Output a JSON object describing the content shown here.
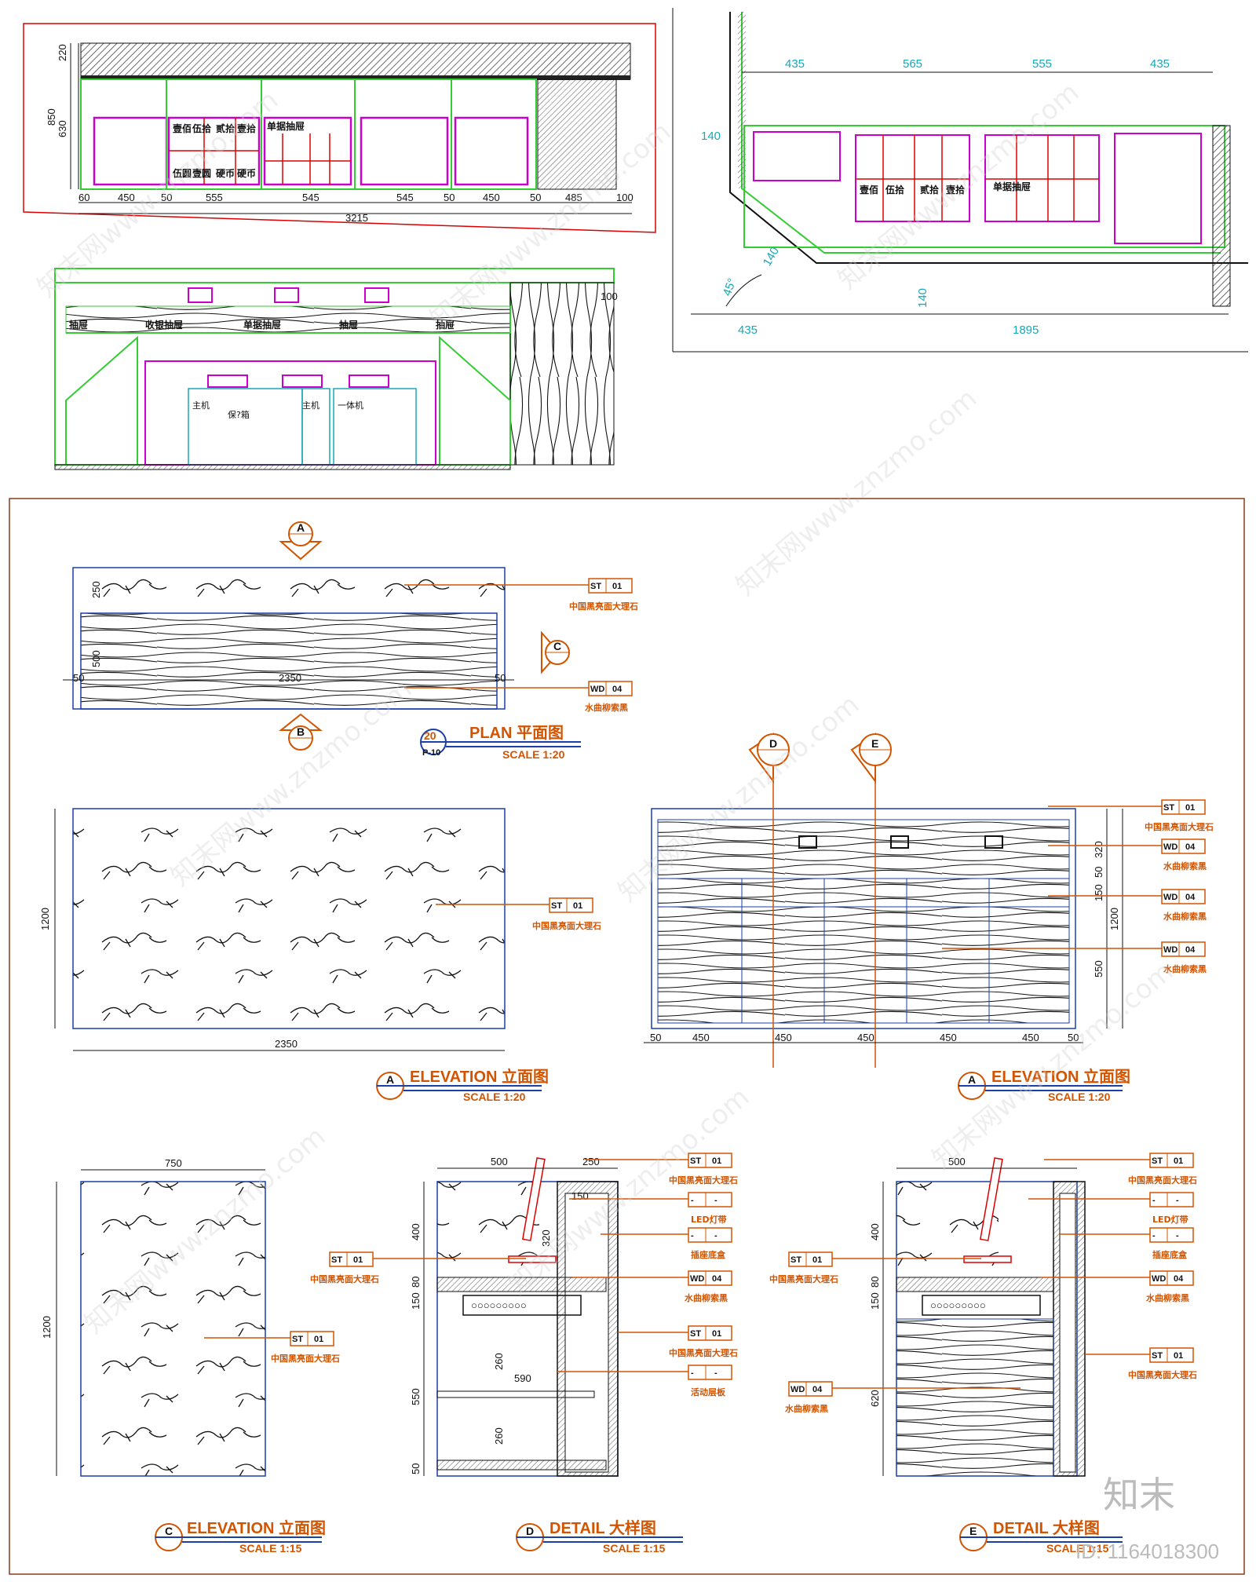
{
  "top_left_elevation": {
    "dims_left": [
      "220",
      "850",
      "630"
    ],
    "dims_bottom": [
      "60",
      "450",
      "50",
      "555",
      "545",
      "545",
      "50",
      "450",
      "50",
      "485",
      "100"
    ],
    "total": "3215",
    "drawer_text": [
      "壹佰",
      "伍拾",
      "贰拾",
      "壹拾",
      "伍圆",
      "壹圆",
      "硬币",
      "硬币"
    ],
    "drawer_label": "单据抽屉"
  },
  "middle_left_elevation": {
    "labels": [
      "抽屉",
      "收银抽屉",
      "单据抽屉",
      "抽屉",
      "抽屉"
    ],
    "equipment": [
      "主机",
      "保?箱",
      "主机",
      "一体机"
    ],
    "dim_right": "100"
  },
  "top_right_plan": {
    "dims_top": [
      "435",
      "565",
      "555",
      "435"
    ],
    "dim_140_left": "140",
    "dim_140_diag": "140",
    "dim_140_bottom": "140",
    "angle": "45°",
    "dims_bottom": [
      "435",
      "1895"
    ],
    "drawer_text": [
      "壹佰",
      "伍拾",
      "贰拾",
      "壹拾"
    ],
    "drawer_label": "单据抽屉"
  },
  "plan_view": {
    "section_A": "A",
    "section_B": "B",
    "section_C": "C",
    "dim_250": "250",
    "dim_500": "500",
    "dim_left": "50",
    "dim_mid": "2350",
    "dim_right": "50",
    "title_num": "20",
    "title_sheet": "P-10",
    "title": "PLAN  平面图",
    "scale": "SCALE  1:20"
  },
  "callouts": {
    "st01_code": "ST",
    "st01_num": "01",
    "st01_desc": "中国黑亮面大理石",
    "wd04_code": "WD",
    "wd04_num": "04",
    "wd04_desc": "水曲柳索黑",
    "led": "LED灯带",
    "socket": "插座底盒",
    "shelf": "活动层板",
    "dash": "-"
  },
  "elev_a1": {
    "dim_h": "1200",
    "dim_w": "2350",
    "bubble": "A",
    "title": "ELEVATION 立面图",
    "scale": "SCALE   1:20"
  },
  "elev_a2": {
    "section_D": "D",
    "section_E": "E",
    "dims_right": [
      "320",
      "150",
      "50",
      "550",
      "1200"
    ],
    "dims_bottom": [
      "50",
      "450",
      "450",
      "450",
      "450",
      "450",
      "50"
    ],
    "bubble": "A",
    "title": "ELEVATION 立面图",
    "scale": "SCALE   1:20"
  },
  "elev_c": {
    "dim_w": "750",
    "dim_h": "1200",
    "bubble": "C",
    "title": "ELEVATION 立面图",
    "scale": "SCALE   1:15"
  },
  "detail_d": {
    "dim_500": "500",
    "dim_250": "250",
    "dim_400": "400",
    "dim_320": "320",
    "dim_150a": "150",
    "dim_80": "80",
    "dim_150b": "150",
    "dim_550": "550",
    "dim_260a": "260",
    "dim_260b": "260",
    "dim_590": "590",
    "dim_50": "50",
    "bubble": "D",
    "title": "DETAIL   大样图",
    "scale": "SCALE   1:15"
  },
  "detail_e": {
    "dim_500": "500",
    "dim_400": "400",
    "dim_150": "150",
    "dim_80": "80",
    "dim_620": "620",
    "bubble": "E",
    "title": "DETAIL   大样图",
    "scale": "SCALE   1:15"
  },
  "watermark": {
    "logo": "知末",
    "id": "ID: 1164018300",
    "site": "知末网www.znzmo.com"
  },
  "colors": {
    "green": "#33cc33",
    "magenta": "#cc00cc",
    "red": "#dd0000",
    "blue": "#1a3fa8",
    "orange": "#d35400",
    "cyan": "#18a8b8"
  }
}
